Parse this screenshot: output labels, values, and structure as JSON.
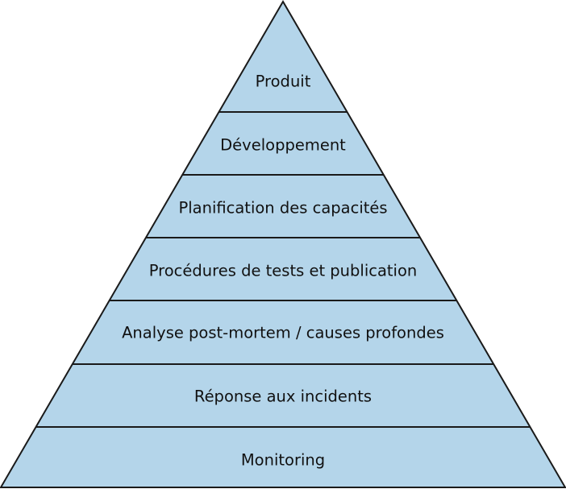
{
  "diagram": {
    "type": "pyramid",
    "fill_color": "#b4d5ea",
    "stroke_color": "#1a1a1a",
    "levels": [
      {
        "label": "Produit"
      },
      {
        "label": "Développement"
      },
      {
        "label": "Planification des capacités"
      },
      {
        "label": "Procédures de tests et publication"
      },
      {
        "label": "Analyse post-mortem / causes profondes"
      },
      {
        "label": "Réponse aux incidents"
      },
      {
        "label": "Monitoring"
      }
    ]
  }
}
